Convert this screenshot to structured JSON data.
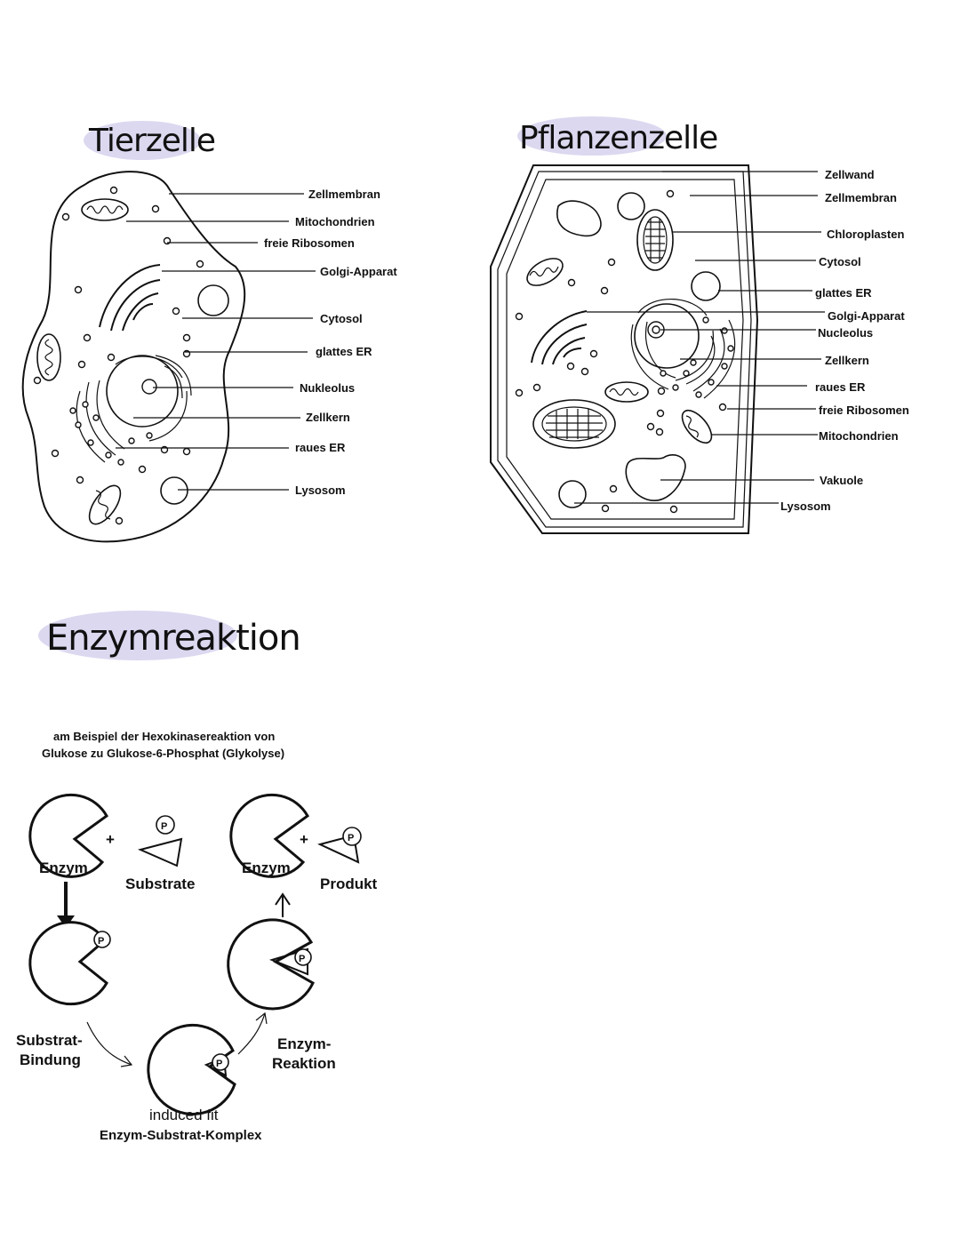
{
  "animal_cell": {
    "title": "Tierzelle",
    "labels": [
      "Zellmembran",
      "Mitochondrien",
      "freie Ribosomen",
      "Golgi-Apparat",
      "Cytosol",
      "glattes ER",
      "Nukleolus",
      "Zellkern",
      "raues ER",
      "Lysosom"
    ]
  },
  "plant_cell": {
    "title": "Pflanzenzelle",
    "labels": [
      "Zellwand",
      "Zellmembran",
      "Chloroplasten",
      "Cytosol",
      "glattes ER",
      "Golgi-Apparat",
      "Nucleolus",
      "Zellkern",
      "raues ER",
      "freie Ribosomen",
      "Mitochondrien",
      "Vakuole",
      "Lysosom"
    ]
  },
  "enzyme": {
    "title": "Enzymreaktion",
    "caption_line1": "am Beispiel der Hexokinasereaktion von",
    "caption_line2": "Glukose zu Glukose-6-Phosphat (Glykolyse)",
    "enzyme_label": "Enzym",
    "substrate_label": "Substrate",
    "product_label": "Produkt",
    "binding_label_1": "Substrat-",
    "binding_label_2": "Bindung",
    "reaction_label_1": "Enzym-",
    "reaction_label_2": "Reaktion",
    "complex_label_1": "induced fit",
    "complex_label_2": "Enzym-Substrat-Komplex",
    "phosphate": "P",
    "plus": "+"
  }
}
